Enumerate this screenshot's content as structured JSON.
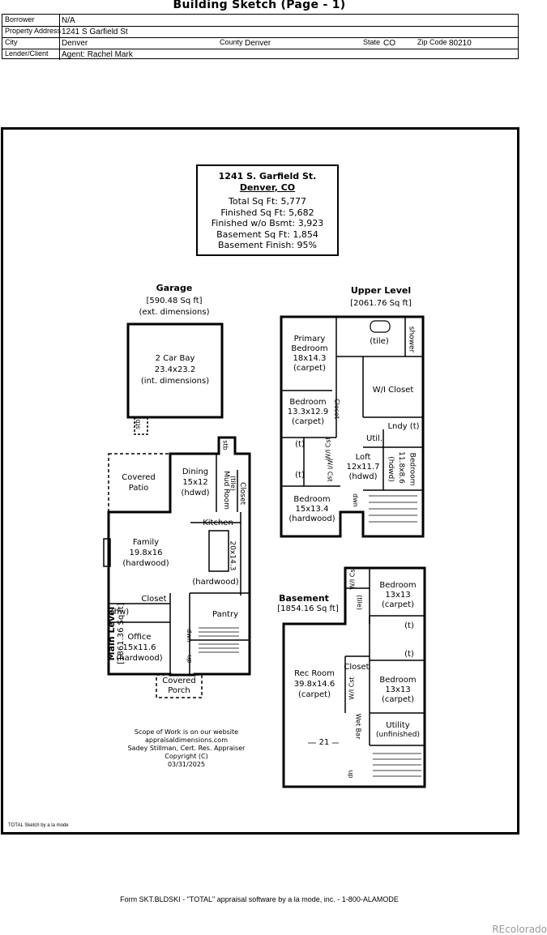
{
  "page": {
    "title": "Building Sketch (Page - 1)"
  },
  "info": {
    "borrower_label": "Borrower",
    "borrower": "N/A",
    "address_label": "Property Address",
    "address": "1241 S Garfield St",
    "city_label": "City",
    "city": "Denver",
    "county_label": "County",
    "county": "Denver",
    "state_label": "State",
    "state": "CO",
    "zip_label": "Zip Code",
    "zip": "80210",
    "lender_label": "Lender/Client",
    "lender": "Agent: Rachel Mark"
  },
  "summary": {
    "line1": "1241 S. Garfield St.",
    "line2": "Denver, CO",
    "total": "Total Sq Ft: 5,777",
    "finished": "Finished Sq Ft: 5,682",
    "finished_wo_bsmt": "Finished w/o Bsmt: 3,923",
    "basement": "Basement Sq Ft: 1,854",
    "basement_finish": "Basement Finish: 95%"
  },
  "garage": {
    "title": "Garage",
    "area": "[590.48 Sq ft]",
    "note": "(ext. dimensions)",
    "room": "2 Car Bay",
    "dims": "23.4x23.2",
    "dims_note": "(int. dimensions)",
    "stairs": "stb"
  },
  "upper": {
    "title": "Upper Level",
    "area": "[2061.76 Sq ft]",
    "primary": "Primary",
    "primary2": "Bedroom",
    "primary_dims": "18x14.3",
    "primary_floor": "(carpet)",
    "tile": "(tile)",
    "shower": "shower",
    "wi_closet": "W/I Closet",
    "bedroom": "Bedroom",
    "bedroom_dims": "13.3x12.9",
    "bedroom_floor": "(carpet)",
    "closet": "Closet",
    "lndy": "Lndy (t)",
    "util": "Util.",
    "bedroom_e": "Bedroom",
    "bedroom_e_dims": "11.8x8.6",
    "bedroom_e_floor": "(hdwd)",
    "loft": "Loft",
    "loft_dims": "12x11.7",
    "loft_floor": "(hdwd)",
    "wi_cst1": "W/I Cst",
    "wi_cst2": "W/I Cst",
    "t1": "(t)",
    "t2": "(t)",
    "bedroom_s": "Bedroom",
    "bedroom_s_dims": "15x13.4",
    "bedroom_s_floor": "(hardwood)",
    "dwn": "dwn"
  },
  "main": {
    "title": "Main Level",
    "area": "[1861.36 Sq ft]",
    "patio": "Covered",
    "patio2": "Patio",
    "dining": "Dining",
    "dining_dims": "15x12",
    "dining_floor": "(hdwd)",
    "mud": "Mud Room",
    "mud_tile": "(tile)",
    "closet": "Closet",
    "stb": "stb",
    "family": "Family",
    "family_dims": "19.8x16",
    "family_floor": "(hardwood)",
    "kitchen": "Kitchen",
    "kitchen_dims": "20x14.3",
    "kitchen_floor": "(hardwood)",
    "closet2": "Closet",
    "hw": "(hw)",
    "pantry": "Pantry",
    "office": "Office",
    "office_dims": "15x11.6",
    "office_floor": "(hardwood)",
    "dwn": "dwn",
    "up": "up",
    "porch": "Covered",
    "porch2": "Porch"
  },
  "basement": {
    "title": "Basement",
    "area": "[1854.16 Sq ft]",
    "wi_cst": "W/I Cst",
    "tile": "(tile)",
    "bedroom1": "Bedroom",
    "bedroom1_dims": "13x13",
    "bedroom1_floor": "(carpet)",
    "t1": "(t)",
    "t2": "(t)",
    "closet": "Closet",
    "wi_cst2": "W/I Cst",
    "rec": "Rec Room",
    "rec_dims": "39.8x14.6",
    "rec_floor": "(carpet)",
    "bedroom2": "Bedroom",
    "bedroom2_dims": "13x13",
    "bedroom2_floor": "(carpet)",
    "wet_bar": "Wet Bar",
    "utility": "Utility",
    "utility_floor": "(unfinished)",
    "width": "21",
    "up": "up"
  },
  "notes": {
    "scope": "Scope of Work is on our website",
    "site": "appraisaldimensions.com",
    "appraiser": "Sadey Stillman, Cert. Res. Appraiser",
    "copyright": "Copyright (C)",
    "date": "03/31/2025",
    "total_sketch": "TOTAL Sketch by a la mode"
  },
  "footer": {
    "text": "Form SKT.BLDSKI - \"TOTAL\" appraisal software by a la mode, inc. - 1-800-ALAMODE"
  },
  "watermark": "REcolorado"
}
